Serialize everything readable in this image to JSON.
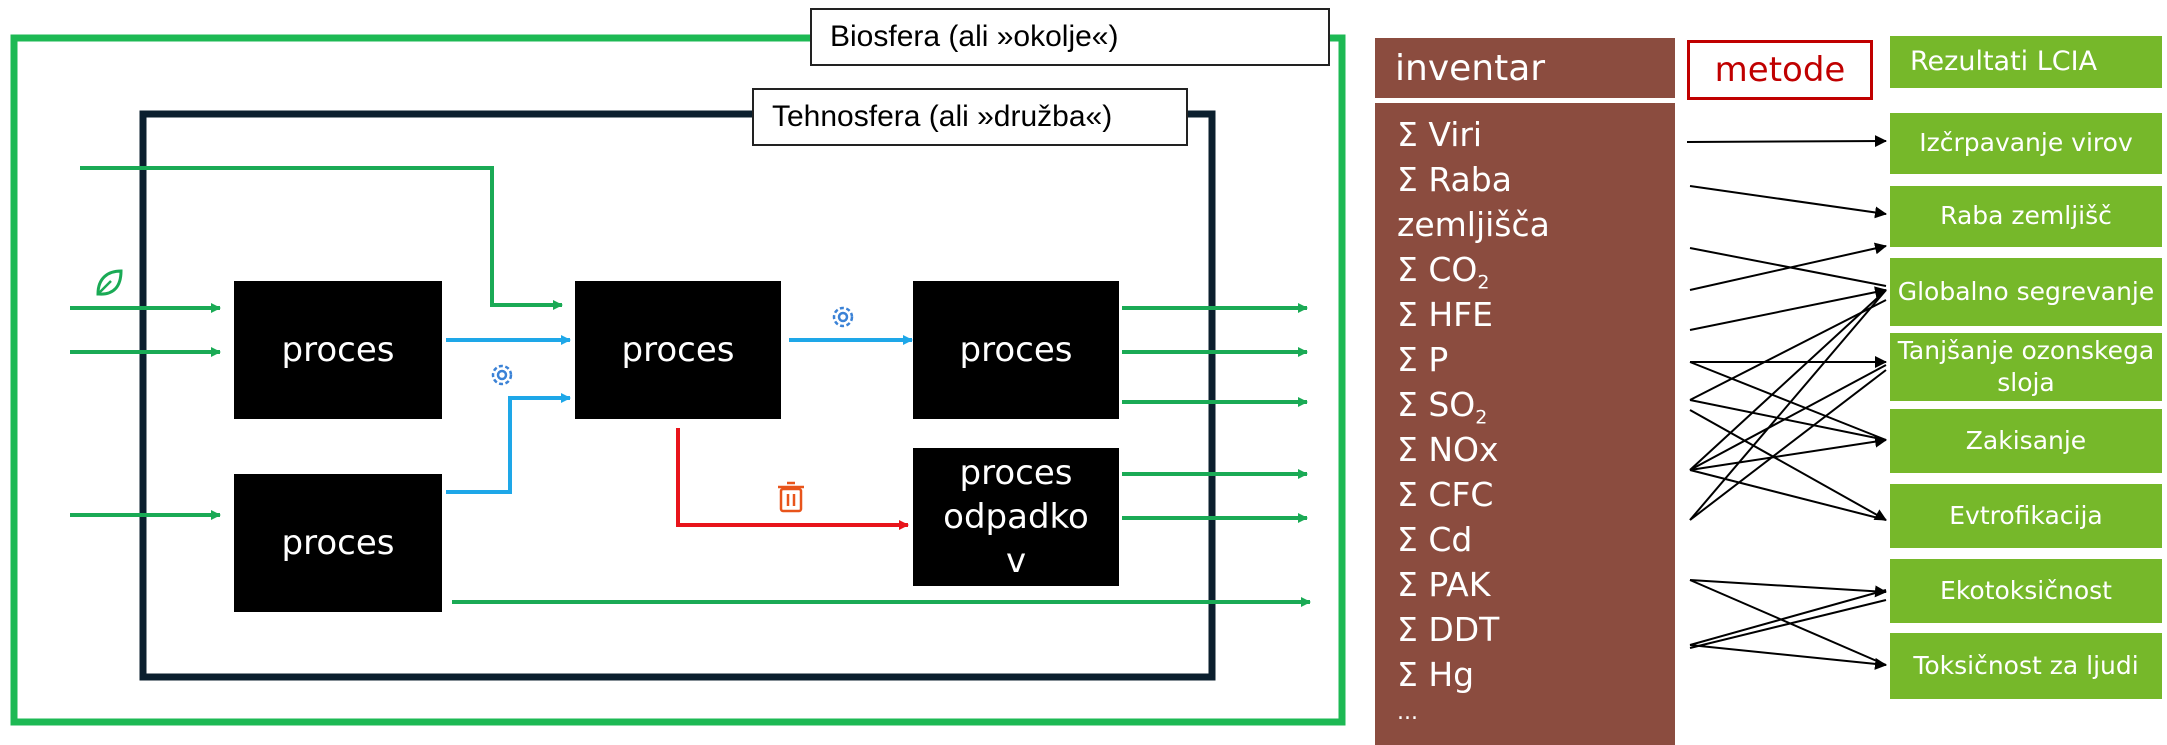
{
  "biosphere": {
    "label": "Biosfera (ali »okolje«)"
  },
  "technosphere": {
    "label": "Tehnosfera (ali »družba«)"
  },
  "processes": {
    "p1": "proces",
    "p2": "proces",
    "p3": "proces",
    "p4": "proces",
    "waste": "proces odpadko v"
  },
  "inventory": {
    "header": "inventar",
    "items": [
      "Σ Viri",
      "Σ Raba",
      "zemljišča",
      "Σ CO",
      "Σ HFE",
      "Σ P",
      "Σ SO",
      "Σ NOx",
      "Σ CFC",
      "Σ Cd",
      "Σ PAK",
      "Σ DDT",
      "Σ Hg",
      "..."
    ],
    "co2_sub": "2",
    "so2_sub": "2"
  },
  "methods": {
    "label": "metode"
  },
  "results": {
    "header": "Rezultati LCIA",
    "categories": [
      "Izčrpavanje virov",
      "Raba zemljišč",
      "Globalno segrevanje",
      "Tanjšanje ozonskega sloja",
      "Zakisanje",
      "Evtrofikacija",
      "Ekotoksičnost",
      "Toksičnost za ljudi"
    ]
  },
  "icons": {
    "leaf": "leaf-icon",
    "gear": "gear-icon",
    "trash": "trash-icon"
  },
  "colors": {
    "biosphere_border": "#1db954",
    "technosphere_border": "#0b1f2e",
    "green_flow": "#1aaa55",
    "blue_flow": "#1ea7e8",
    "red_flow": "#e8141b",
    "inventory_bg": "#8b4c3f",
    "results_bg": "#76b82a",
    "methods_border": "#c00000"
  }
}
